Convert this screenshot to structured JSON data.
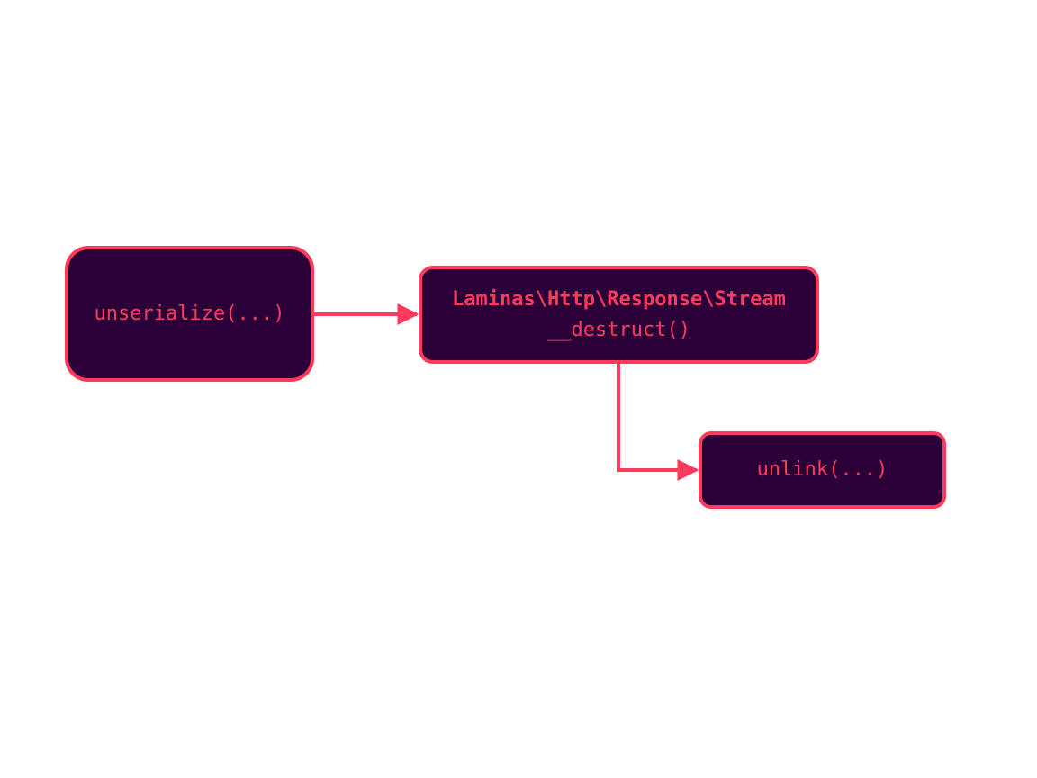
{
  "colors": {
    "node_fill": "#2b0039",
    "node_border": "#ff3a5c",
    "text": "#ff3a5c",
    "edge": "#ff3a5c",
    "background": "#ffffff"
  },
  "nodes": {
    "unserialize": {
      "label": "unserialize(...)"
    },
    "stream": {
      "class_name": "Laminas\\Http\\Response\\Stream",
      "method": "__destruct()"
    },
    "unlink": {
      "label": "unlink(...)"
    }
  },
  "edges": [
    {
      "from": "unserialize",
      "to": "stream"
    },
    {
      "from": "stream",
      "to": "unlink"
    }
  ]
}
